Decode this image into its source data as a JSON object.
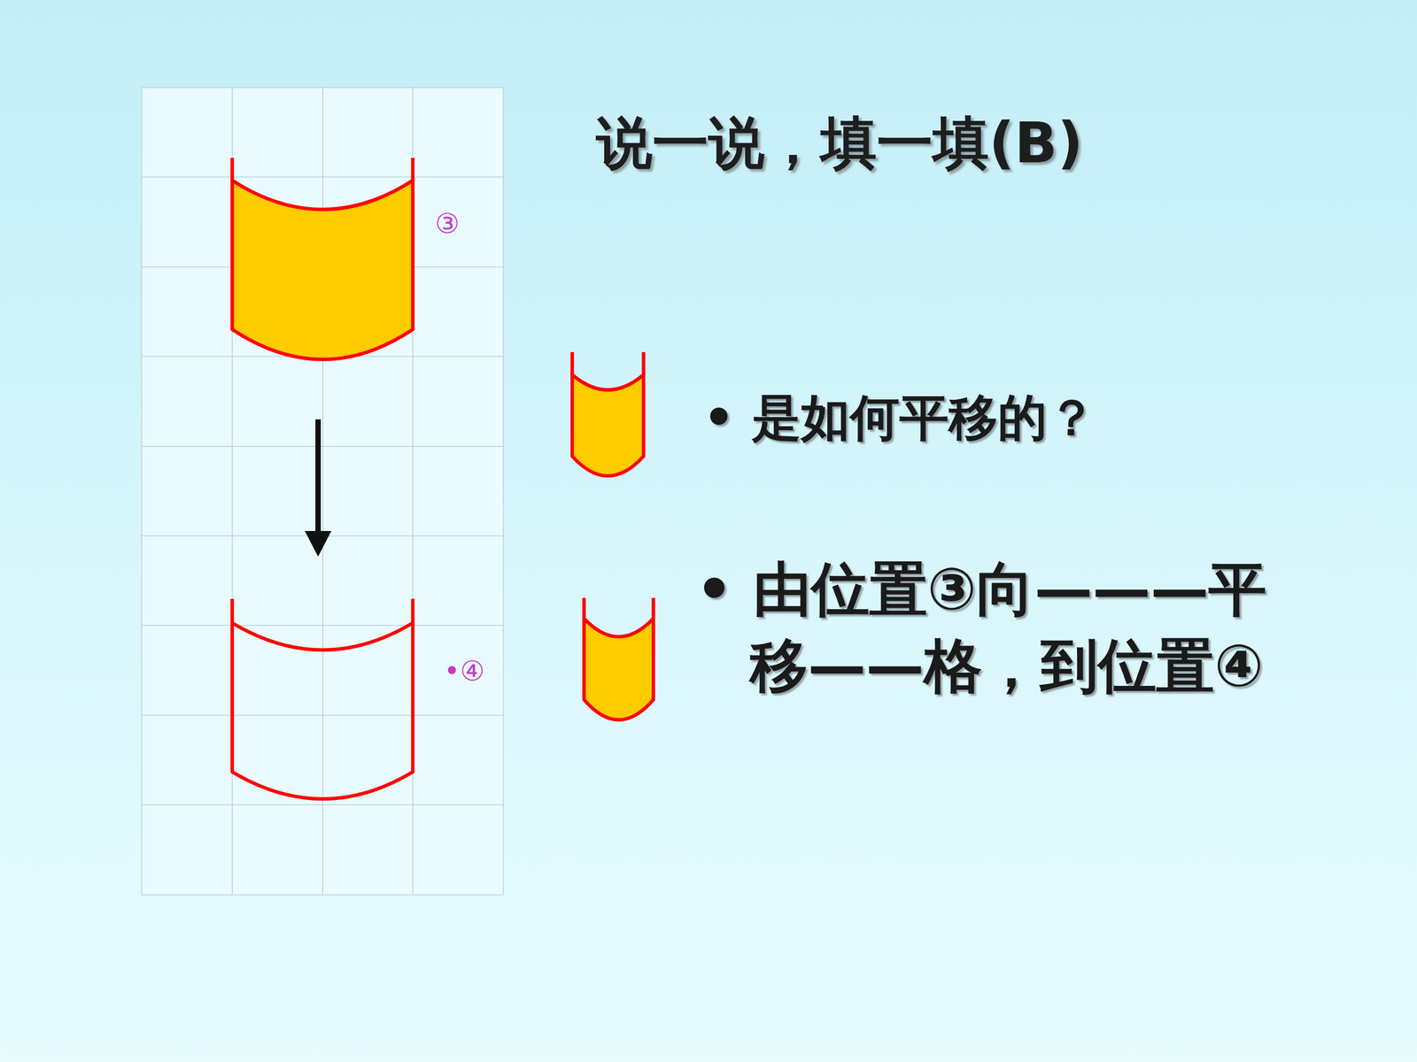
{
  "diagram": {
    "title": "说一说，填一填(B)",
    "nodes": [
      {
        "text": [
          "③"
        ]
      },
      {
        "text": [
          "•④"
        ]
      }
    ],
    "edges": [
      {
        "from": 0,
        "to": 1,
        "arrow": "to"
      }
    ],
    "labels": [
      "• 是如何平移的？",
      "• 由位置③向———平 移——格，到位置④"
    ]
  }
}
